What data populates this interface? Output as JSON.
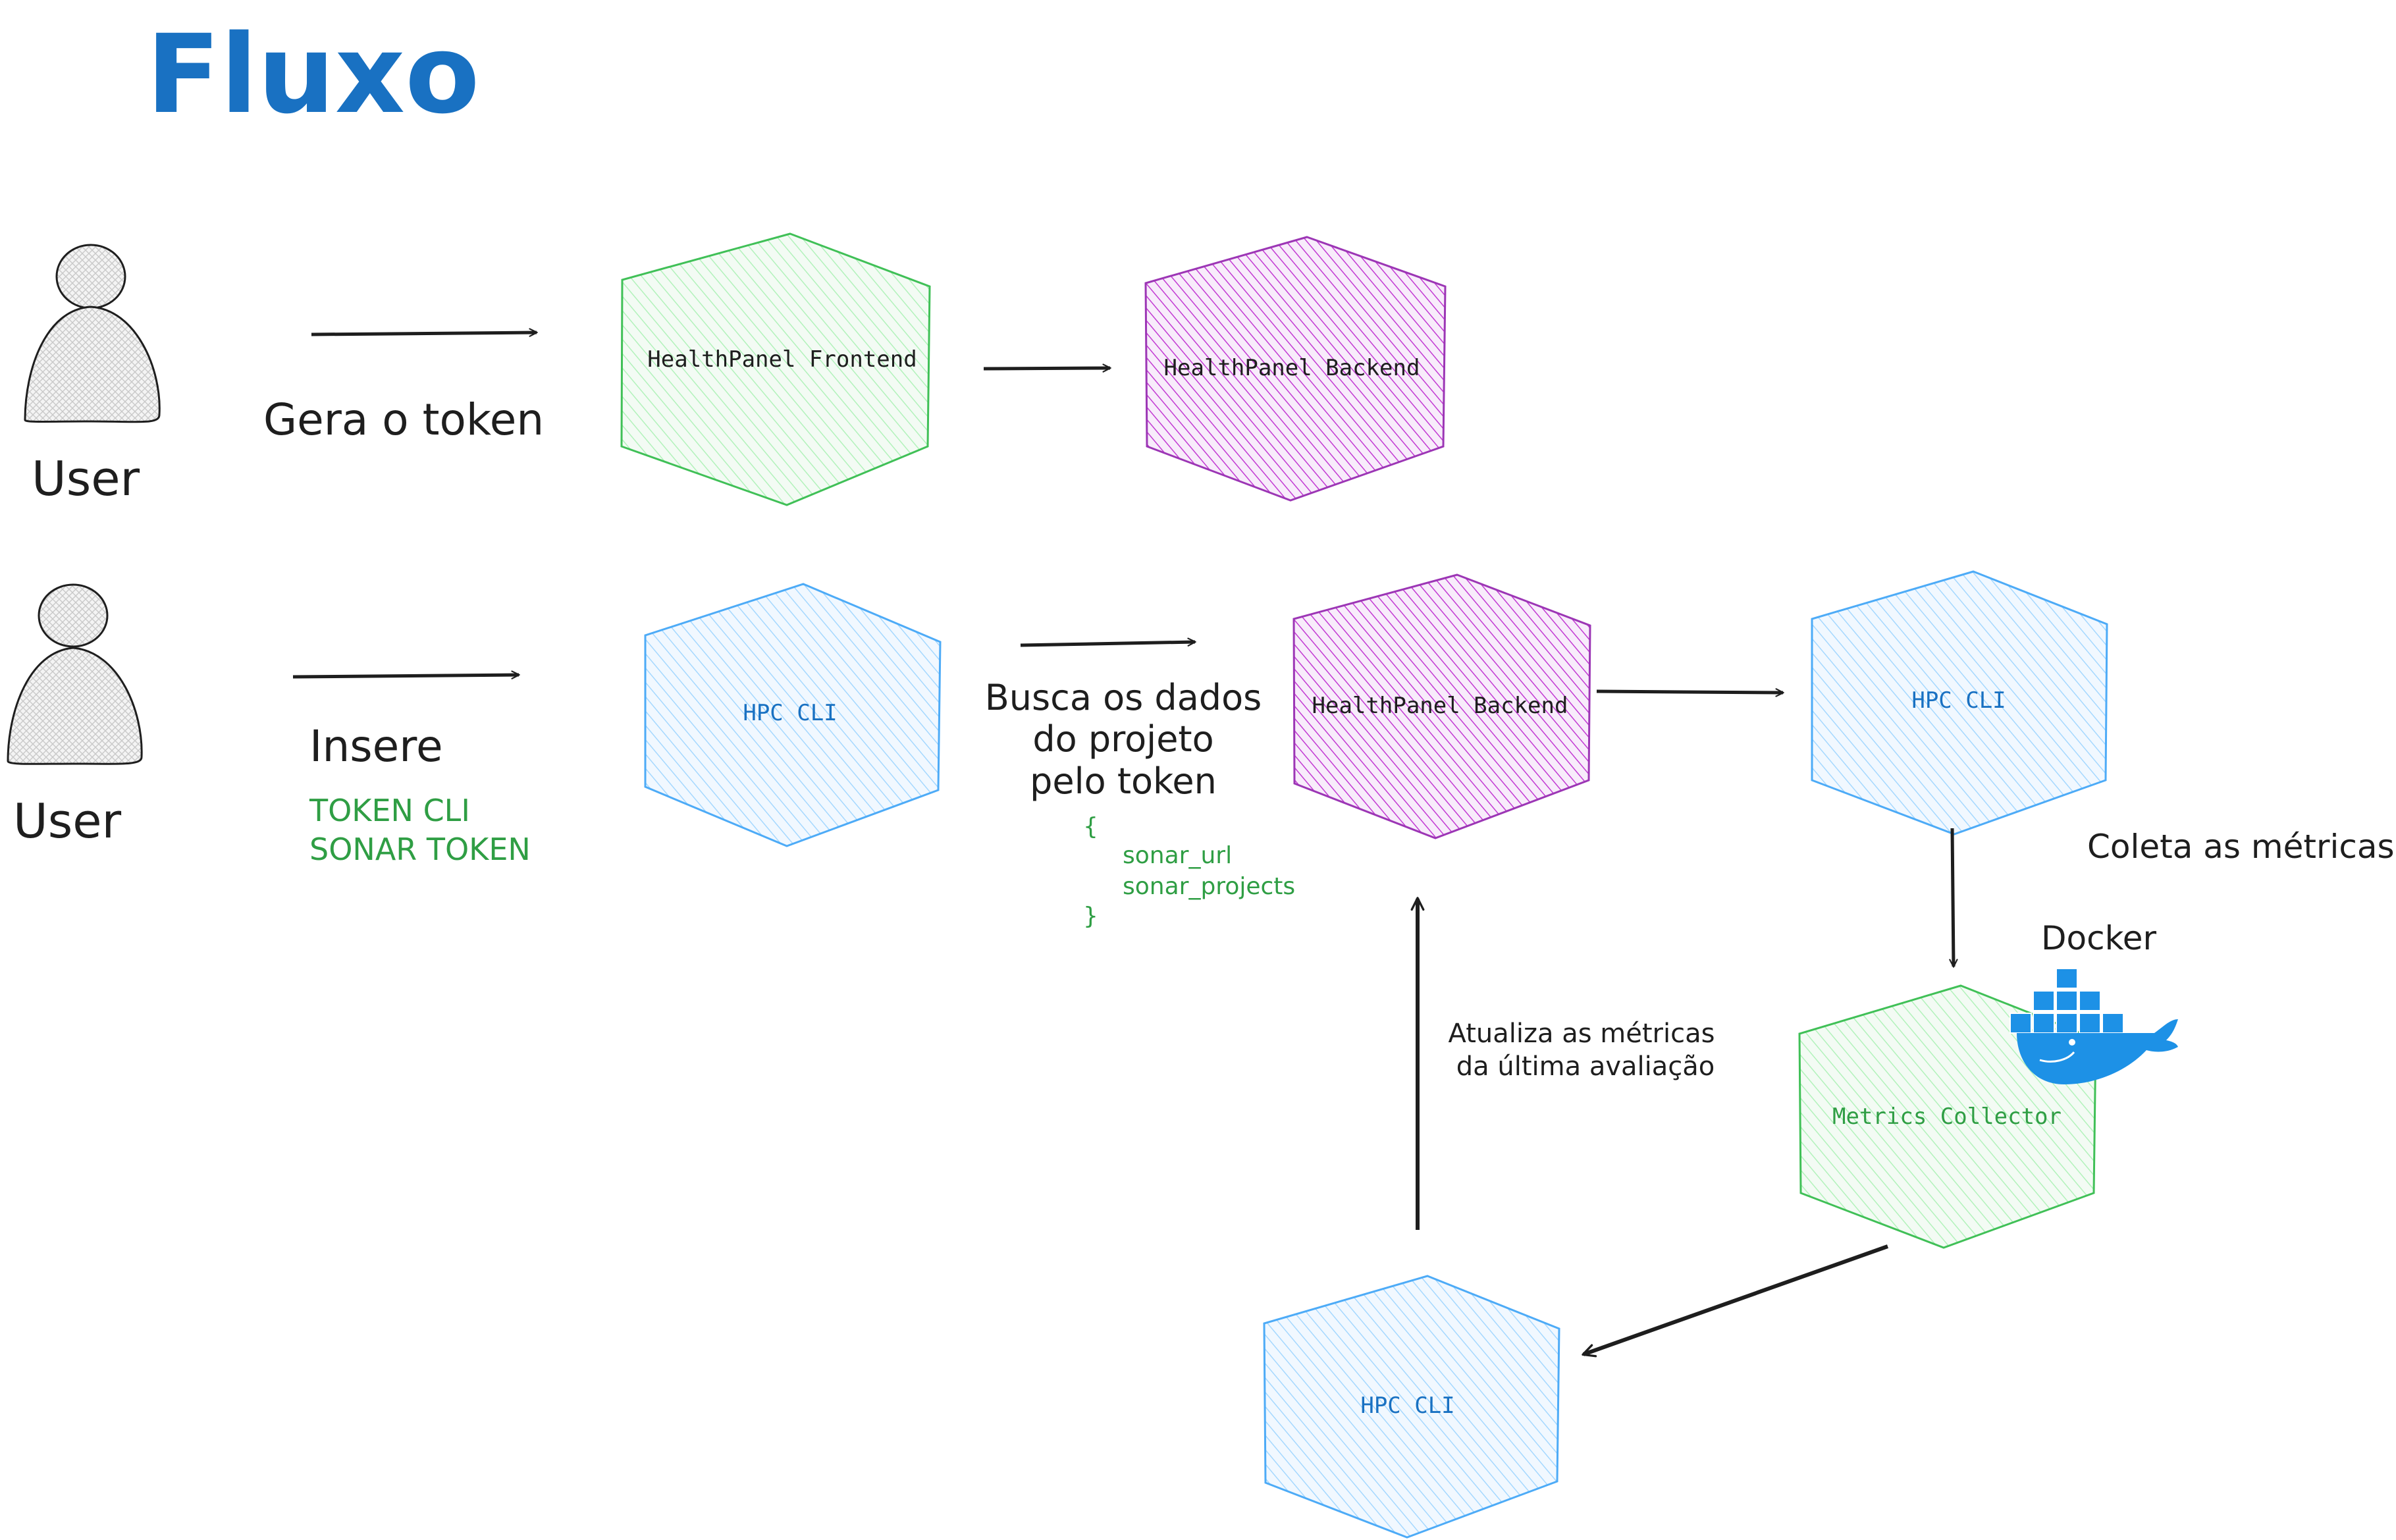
{
  "title": "Fluxo",
  "users": {
    "top_label": "User",
    "bottom_label": "User"
  },
  "steps": {
    "generate_token": "Gera o token",
    "insert": "Insere",
    "insert_items": [
      "TOKEN CLI",
      "SONAR TOKEN"
    ],
    "fetch_lines": [
      "Busca os dados",
      "do projeto",
      "pelo token"
    ],
    "json_open": "{",
    "json_fields": [
      "sonar_url",
      "sonar_projects"
    ],
    "json_close": "}",
    "collect_metrics": "Coleta as métricas",
    "update_lines": [
      "Atualiza as métricas",
      "da última avaliação"
    ]
  },
  "nodes": {
    "frontend": "HealthPanel Frontend",
    "backend_top": "HealthPanel Backend",
    "cli_left": "HPC CLI",
    "backend_mid": "HealthPanel Backend",
    "cli_right": "HPC CLI",
    "metrics_collector": "Metrics Collector",
    "cli_bottom": "HPC CLI"
  },
  "docker": {
    "label": "Docker",
    "icon": "docker-whale-icon"
  },
  "colors": {
    "title": "#1971c2",
    "green": "#2f9e44",
    "blue": "#1971c2",
    "purple_stroke": "#9c36b5",
    "green_fill": "#ebfbee",
    "blue_fill": "#e7f5ff",
    "purple_fill": "#f3d9fa",
    "docker_blue": "#1d91e6"
  }
}
